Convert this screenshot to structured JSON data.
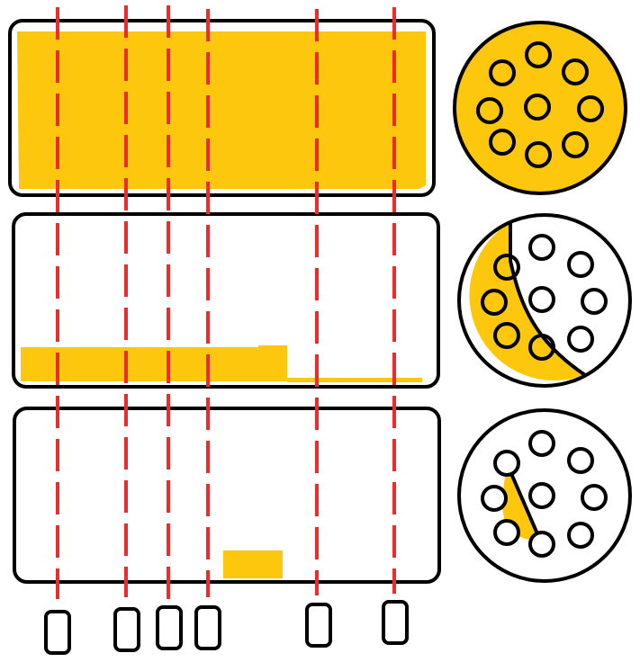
{
  "colors": {
    "fill": "#FCC70C",
    "outline": "#000000",
    "dash": "#EC2B2B",
    "background": "#FFFFFF"
  },
  "panels": [
    {
      "id": "panel-1",
      "fill_level": "full"
    },
    {
      "id": "panel-2",
      "fill_level": "partial"
    },
    {
      "id": "panel-3",
      "fill_level": "small"
    }
  ],
  "circles": [
    {
      "id": "circle-1",
      "holes": 9,
      "filled": "all"
    },
    {
      "id": "circle-2",
      "holes": 9,
      "filled": "left-portion"
    },
    {
      "id": "circle-3",
      "holes": 9,
      "filled": "triangle"
    }
  ],
  "vertical_lines": {
    "count": 6,
    "style": "dashed"
  },
  "slots": {
    "count": 6
  }
}
